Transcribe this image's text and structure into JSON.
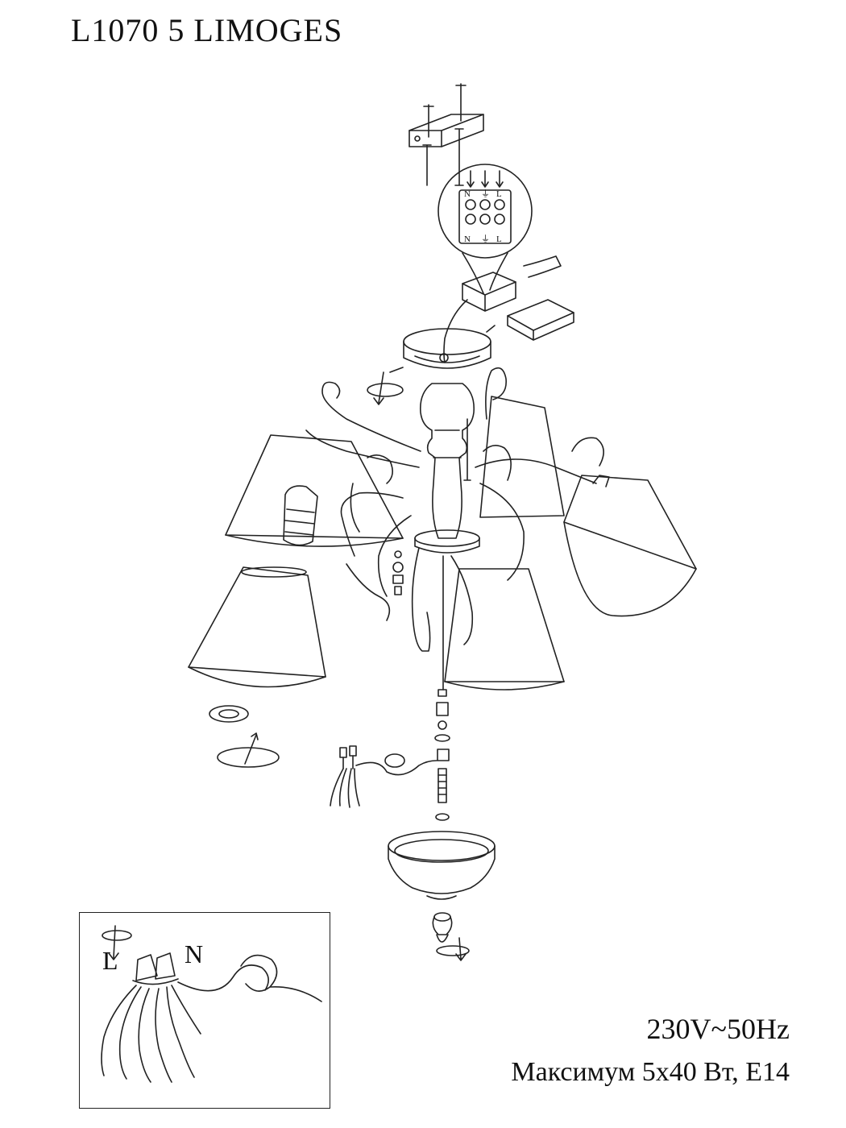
{
  "title": "L1070 5 LIMOGES",
  "terminal_block": {
    "top_left": "N",
    "top_mid": "⏚",
    "top_right": "L",
    "bottom_left": "N",
    "bottom_mid": "⏚",
    "bottom_right": "L"
  },
  "inset": {
    "label_l": "L",
    "label_n": "N"
  },
  "specs": {
    "voltage": "230V~50Hz",
    "max": "Максимум 5x40 Вт, E14"
  }
}
